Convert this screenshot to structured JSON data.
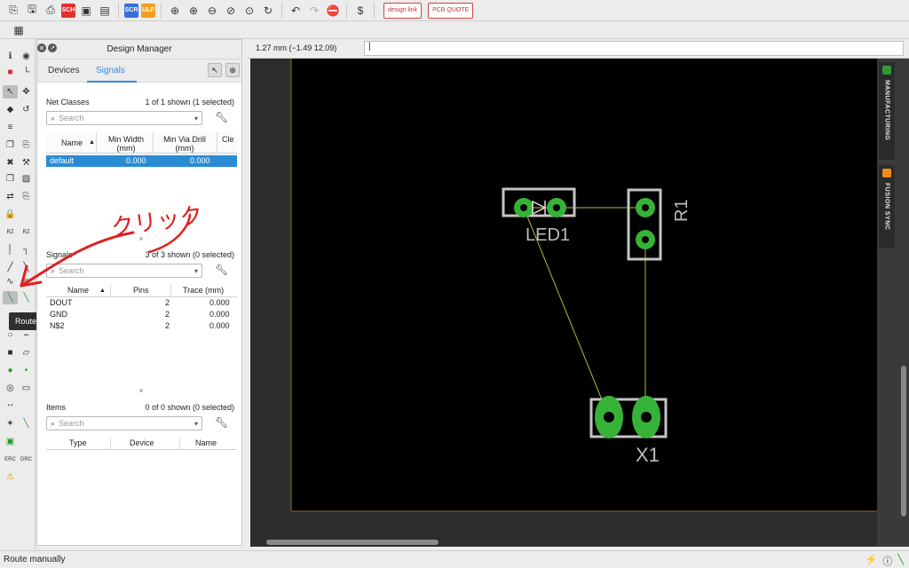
{
  "toolbar": {
    "icons": [
      "new-icon",
      "save-icon",
      "print-icon",
      "sch-icon",
      "cam-icon",
      "fab-icon",
      "scr-icon",
      "ulp-icon",
      "zoom-fit-icon",
      "zoom-in-icon",
      "zoom-out-icon",
      "zoom-select-icon",
      "redraw-icon",
      "undo-icon",
      "redo-icon",
      "stop-icon",
      "help-icon"
    ],
    "sch_label": "SCH",
    "scr_label": "SCR",
    "ulp_label": "ULP",
    "design_link_label": "design link",
    "pcb_quote_label": "PCB QUOTE"
  },
  "design_manager": {
    "title": "Design Manager",
    "tabs": [
      {
        "label": "Devices"
      },
      {
        "label": "Signals"
      }
    ],
    "active_tab": "Signals",
    "net_classes": {
      "title": "Net Classes",
      "count": "1 of 1 shown (1 selected)",
      "search_placeholder": "Search",
      "columns": [
        "Name",
        "Min Width (mm)",
        "Min Via Drill (mm)",
        "Cle"
      ],
      "rows": [
        {
          "name": "default",
          "min_width": "0.000",
          "min_via_drill": "0.000",
          "selected": true
        }
      ]
    },
    "signals": {
      "title": "Signals",
      "count": "3 of 3 shown (0 selected)",
      "search_placeholder": "Search",
      "columns": [
        "Name",
        "Pins",
        "Trace (mm)"
      ],
      "rows": [
        {
          "name": "DOUT",
          "pins": "2",
          "trace": "0.000"
        },
        {
          "name": "GND",
          "pins": "2",
          "trace": "0.000"
        },
        {
          "name": "N$2",
          "pins": "2",
          "trace": "0.000"
        }
      ]
    },
    "items": {
      "title": "Items",
      "count": "0 of 0 shown (0 selected)",
      "search_placeholder": "Search",
      "columns": [
        "Type",
        "Device",
        "Name"
      ]
    }
  },
  "coord_bar": {
    "coordinates": "1.27 mm (−1.49 12.09)",
    "command": "|"
  },
  "canvas": {
    "background": "#000000",
    "components": [
      {
        "ref": "LED1",
        "pads": 2
      },
      {
        "ref": "R1",
        "pads": 2
      },
      {
        "ref": "X1",
        "pads": 2
      }
    ],
    "pad_color": "#36b336",
    "airwire_color": "#b8b832",
    "outline_color": "#c4c4c4"
  },
  "side_panel": {
    "tabs": [
      {
        "label": "MANUFACTURING"
      },
      {
        "label": "FUSION SYNC"
      }
    ]
  },
  "tooltip": {
    "text": "Route"
  },
  "annotation": {
    "text": "クリック",
    "color": "#e02020"
  },
  "status": {
    "text": "Route manually"
  }
}
